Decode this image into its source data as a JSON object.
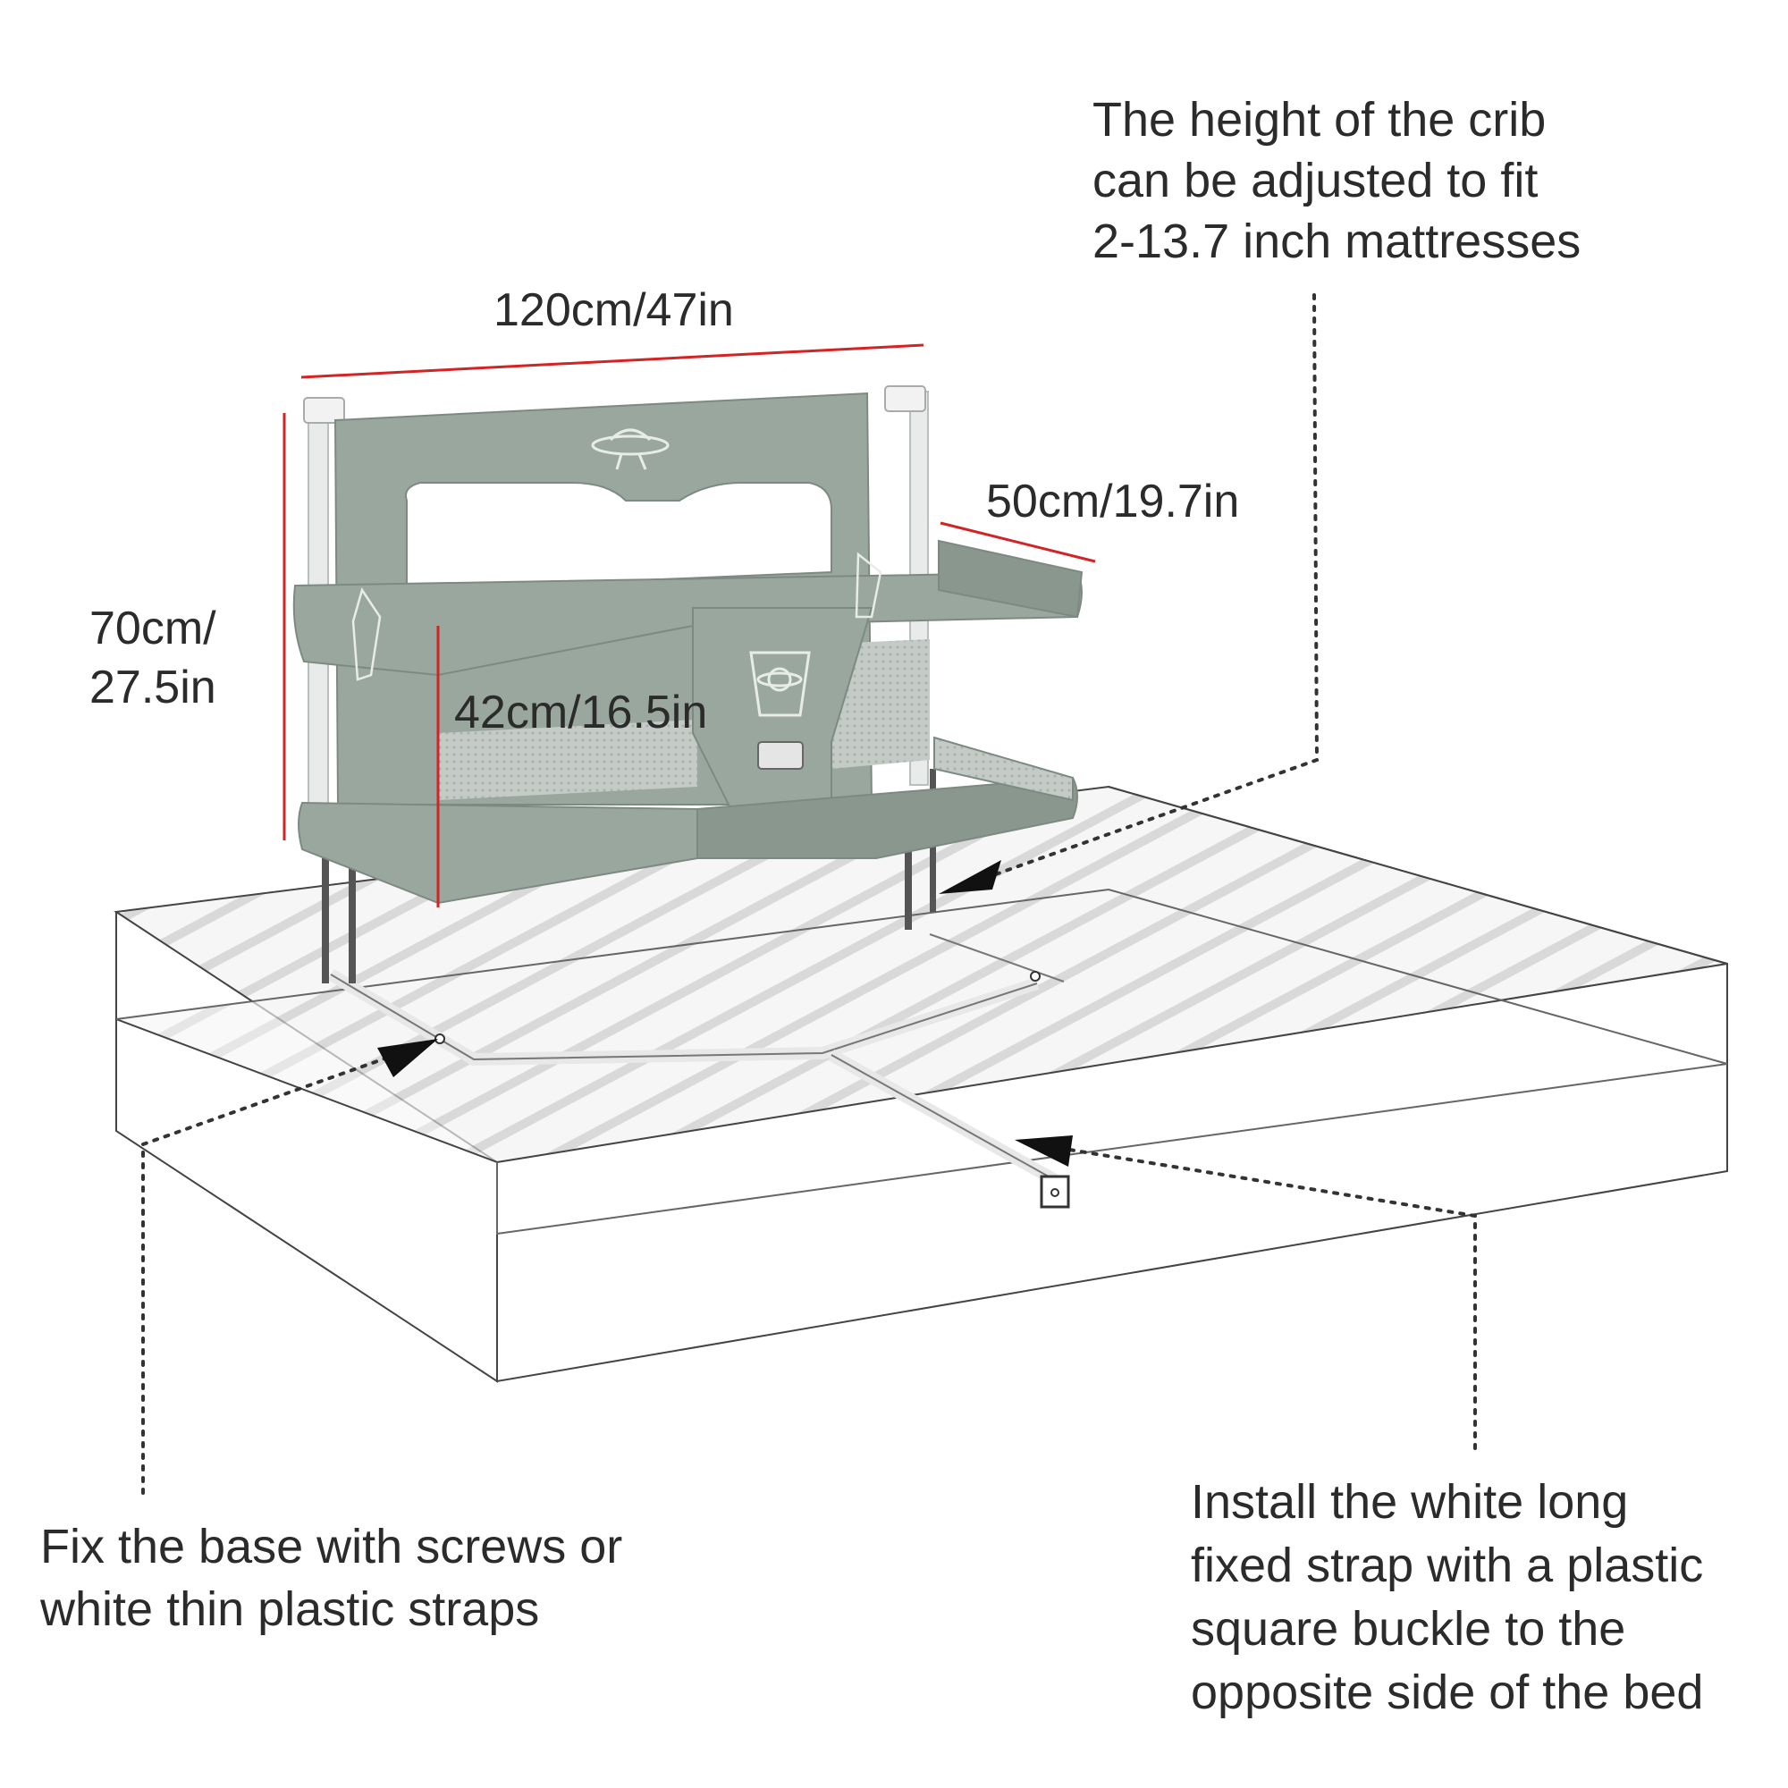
{
  "dimensions": {
    "width": "120cm/47in",
    "depth": "50cm/19.7in",
    "height_line1": "70cm/",
    "height_line2": "27.5in",
    "inner_height": "42cm/16.5in"
  },
  "notes": {
    "top_right": [
      "The height of the crib",
      "can be adjusted to fit",
      "2-13.7 inch mattresses"
    ],
    "bottom_left": [
      "Fix the base with screws or",
      "white thin plastic straps"
    ],
    "bottom_right": [
      "Install the white long",
      "fixed strap with a plastic",
      "square buckle to the",
      "opposite side of the bed"
    ]
  },
  "colors": {
    "dimension_line": "#d22424",
    "rail_fabric": "#9aa79f",
    "rail_dark": "#7d8a83",
    "leader_line": "#333333"
  },
  "icons": [
    "ufo-icon",
    "planet-icon",
    "rocket-icon"
  ]
}
